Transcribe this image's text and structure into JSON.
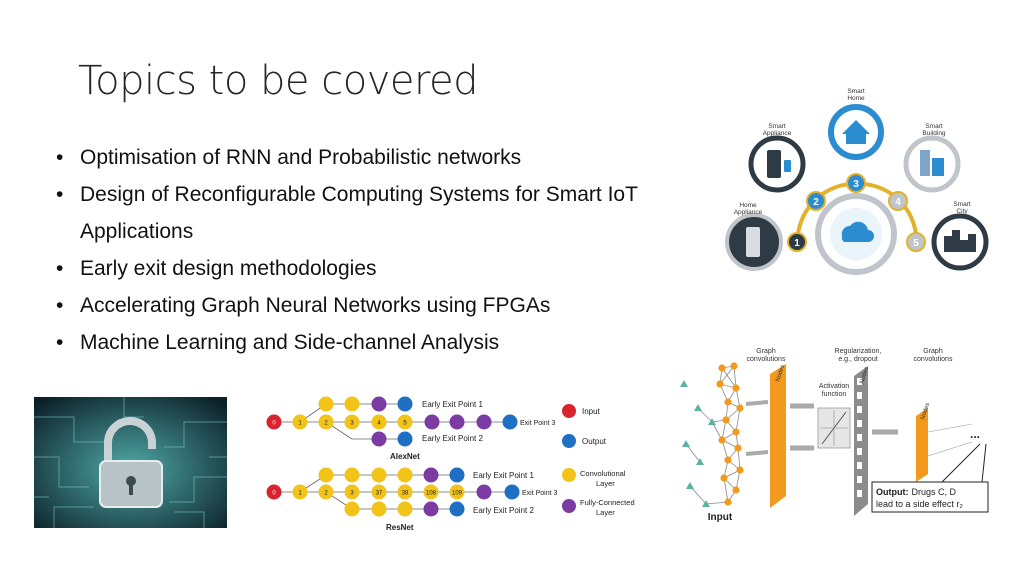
{
  "slide": {
    "title": "Topics to be covered",
    "bullet_marker": "•",
    "bullets": [
      "Optimisation of RNN and Probabilistic networks",
      "Design of Reconfigurable Computing Systems for Smart IoT Applications",
      "Early exit design methodologies",
      "Accelerating Graph Neural Networks using FPGAs",
      "Machine Learning and Side-channel Analysis"
    ]
  },
  "iot_figure": {
    "labels": {
      "smart_home": [
        "Smart",
        "Home"
      ],
      "smart_appliance": [
        "Smart",
        "Appliance"
      ],
      "smart_building": [
        "Smart",
        "Building"
      ],
      "home_appliance": [
        "Home",
        "Appliance"
      ],
      "smart_city": [
        "Smart",
        "City"
      ]
    },
    "numbers": [
      "1",
      "2",
      "3",
      "4",
      "5"
    ],
    "colors": {
      "dark": "#2e3a44",
      "blue": "#2b8ccf",
      "gold": "#e3b22b",
      "grey": "#bfc5ca"
    }
  },
  "early_exit_figure": {
    "top_labels": {
      "exit1": "Early Exit Point 1",
      "exit2": "Early Exit Point 2",
      "exit3": "Exit Point 3",
      "net": "AlexNet"
    },
    "top_nums": [
      "0",
      "1",
      "2",
      "3",
      "4",
      "5"
    ],
    "bottom_labels": {
      "exit1": "Early Exit Point 1",
      "exit2": "Early Exit Point 2",
      "exit3": "Exit Point 3",
      "net": "ResNet"
    },
    "bottom_nums": [
      "0",
      "1",
      "2",
      "3",
      "37",
      "38",
      "108",
      "109"
    ],
    "legend": [
      {
        "label": "Input",
        "color": "#d9232e"
      },
      {
        "label": "Output",
        "color": "#1f6fc2"
      },
      {
        "label": [
          "Convolutional",
          "Layer"
        ],
        "color": "#f2c318"
      },
      {
        "label": [
          "Fully-Connected",
          "Layer"
        ],
        "color": "#7c3aa3"
      }
    ]
  },
  "gnn_figure": {
    "labels": {
      "graph_conv_1": [
        "Graph",
        "convolutions"
      ],
      "regularization": [
        "Regularization,",
        "e.g., dropout"
      ],
      "graph_conv_2": [
        "Graph",
        "convolutions"
      ],
      "activation": [
        "Activation",
        "function"
      ],
      "nodes": "Nodes",
      "input": "Input",
      "ellipsis": "...",
      "output_bold": "Output:",
      "output_rest": "Drugs C, D",
      "output_line2": "lead to a side effect r₂"
    }
  }
}
